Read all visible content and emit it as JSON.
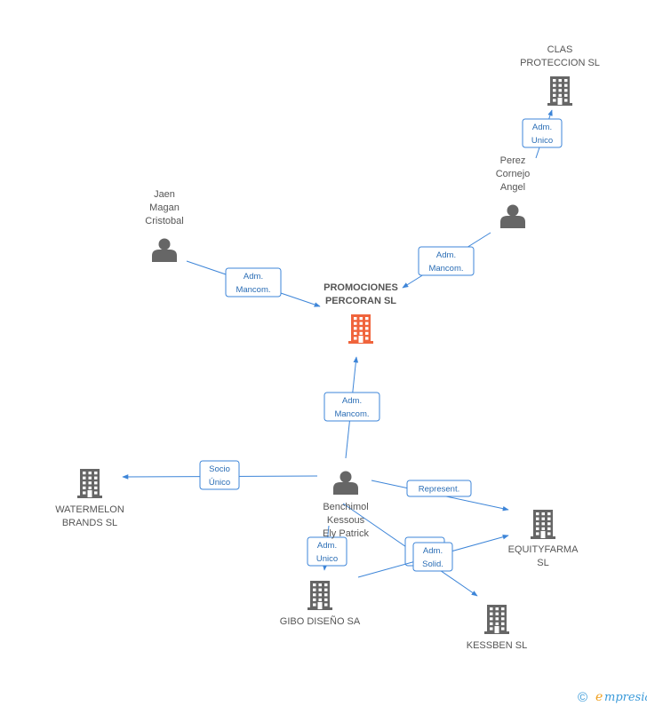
{
  "colors": {
    "edge": "#3d85d8",
    "node_icon": "#666666",
    "main_icon": "#f0643c",
    "brand": "#3a9ad9",
    "brand_accent": "#f0a020"
  },
  "nodes": [
    {
      "id": "promociones",
      "kind": "company",
      "main": true,
      "lines": [
        "PROMOCIONES",
        "PERCORAN SL"
      ]
    },
    {
      "id": "clas",
      "kind": "company",
      "lines": [
        "CLAS",
        "PROTECCION SL"
      ]
    },
    {
      "id": "perez",
      "kind": "person",
      "lines": [
        "Perez",
        "Cornejo",
        "Angel"
      ]
    },
    {
      "id": "jaen",
      "kind": "person",
      "lines": [
        "Jaen",
        "Magan",
        "Cristobal"
      ]
    },
    {
      "id": "benchimol",
      "kind": "person",
      "lines": [
        "Benchimol",
        "Kessous",
        "Ely Patrick"
      ]
    },
    {
      "id": "watermelon",
      "kind": "company",
      "lines": [
        "WATERMELON",
        "BRANDS SL"
      ]
    },
    {
      "id": "equityfarma",
      "kind": "company",
      "lines": [
        "EQUITYFARMA",
        "SL"
      ]
    },
    {
      "id": "gibo",
      "kind": "company",
      "lines": [
        "GIBO DISEÑO SA"
      ]
    },
    {
      "id": "kessben",
      "kind": "company",
      "lines": [
        "KESSBEN  SL"
      ]
    }
  ],
  "edges": [
    {
      "from": "perez",
      "to": "clas",
      "lines": [
        "Adm.",
        "Unico"
      ]
    },
    {
      "from": "perez",
      "to": "promociones",
      "lines": [
        "Adm.",
        "Mancom."
      ]
    },
    {
      "from": "jaen",
      "to": "promociones",
      "lines": [
        "Adm.",
        "Mancom."
      ]
    },
    {
      "from": "benchimol",
      "to": "promociones",
      "lines": [
        "Adm.",
        "Mancom."
      ]
    },
    {
      "from": "benchimol",
      "to": "watermelon",
      "lines": [
        "Socio",
        "Único"
      ]
    },
    {
      "from": "benchimol",
      "to": "equityfarma",
      "lines": [
        "Represent."
      ]
    },
    {
      "from": "benchimol",
      "to": "gibo",
      "lines": [
        "Adm.",
        "Unico"
      ]
    },
    {
      "from": "benchimol",
      "to": "kessben",
      "lines": [
        "Adm.",
        "Solid."
      ]
    },
    {
      "from": "gibo",
      "to": "equityfarma",
      "lines": [
        "Adm.",
        "Solid."
      ]
    }
  ],
  "footer": {
    "copyright_symbol": "©",
    "brand_initial": "e",
    "brand_rest": "mpresia"
  }
}
